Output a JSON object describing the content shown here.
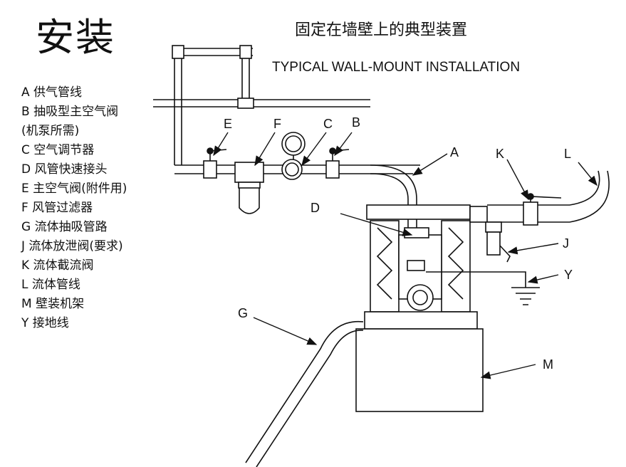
{
  "title": "安装",
  "subtitle_cn": "固定在墙壁上的典型装置",
  "subtitle_en": "TYPICAL WALL-MOUNT INSTALLATION",
  "legend": [
    "A  供气管线",
    "B  抽吸型主空气阀",
    "(机泵所需)",
    "C  空气调节器",
    "D  风管快速接头",
    "E  主空气阀(附件用)",
    "F  风管过滤器",
    "G  流体抽吸管路",
    "J  流体放泄阀(要求)",
    "K  流体截流阀",
    "L  流体管线",
    "M  壁装机架",
    "Y  接地线"
  ],
  "callouts": {
    "A": "A",
    "B": "B",
    "C": "C",
    "D": "D",
    "E": "E",
    "F": "F",
    "G": "G",
    "J": "J",
    "K": "K",
    "L": "L",
    "M": "M",
    "Y": "Y"
  }
}
